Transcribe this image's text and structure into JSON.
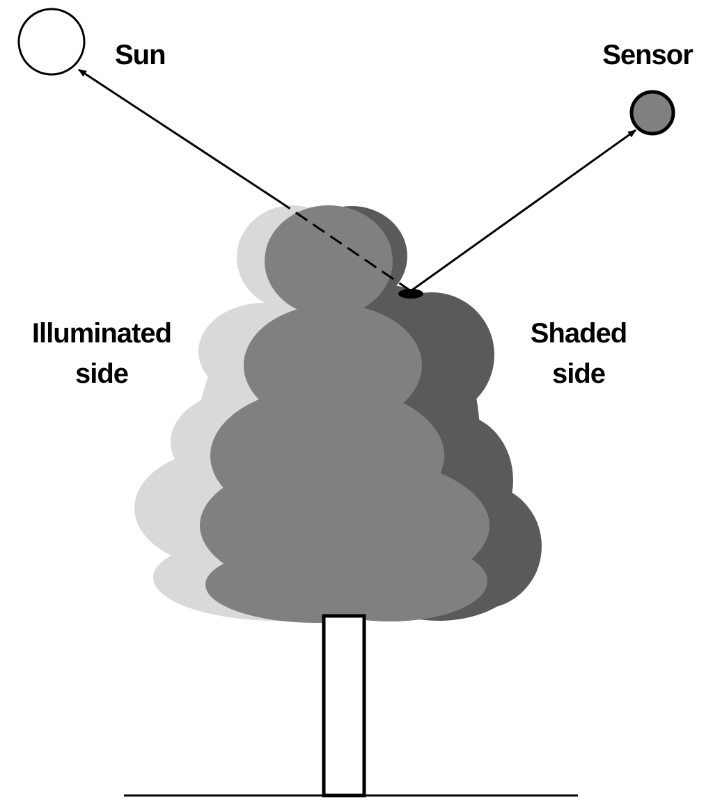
{
  "labels": {
    "sun": "Sun",
    "sensor": "Sensor",
    "illuminated_line1": "Illuminated",
    "illuminated_line2": "side",
    "shaded_line1": "Shaded",
    "shaded_line2": "side"
  },
  "colors": {
    "background": "#ffffff",
    "illuminated_crown": "#d9d9d9",
    "mid_crown": "#808080",
    "shaded_crown": "#5a5a5a",
    "sensor_fill": "#808080",
    "sun_fill": "#ffffff",
    "line": "#000000"
  }
}
